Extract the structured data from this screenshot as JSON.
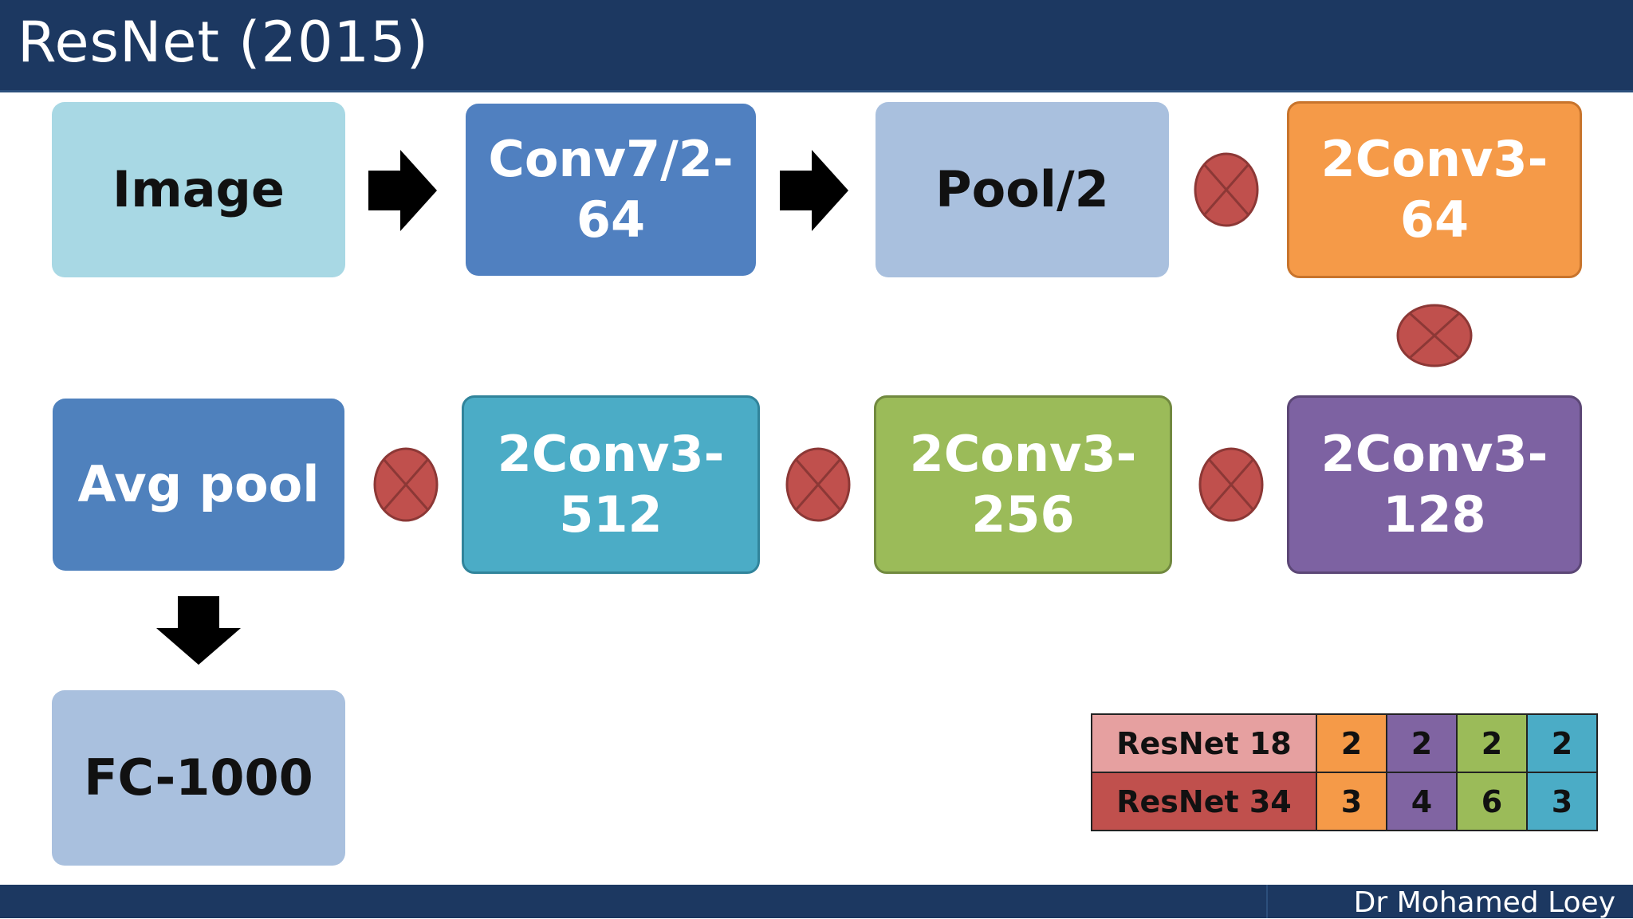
{
  "slide": {
    "title": "ResNet (2015)",
    "author": "Dr Mohamed Loey"
  },
  "blocks": {
    "image": {
      "label": "Image",
      "color": "#a8d8e4"
    },
    "conv7": {
      "label": "Conv7/2-\n64",
      "color": "#5080c0"
    },
    "pool": {
      "label": "Pool/2",
      "color": "#a9c0de"
    },
    "conv64": {
      "label": "2Conv3-\n64",
      "color": "#f59a48"
    },
    "conv128": {
      "label": "2Conv3-\n128",
      "color": "#7d62a2"
    },
    "conv256": {
      "label": "2Conv3-\n256",
      "color": "#9bbb59"
    },
    "conv512": {
      "label": "2Conv3-\n512",
      "color": "#4bacc6"
    },
    "avgpool": {
      "label": "Avg pool",
      "color": "#4f81bd"
    },
    "fc": {
      "label": "FC-1000",
      "color": "#a9c0de"
    }
  },
  "config_table": {
    "rows": [
      {
        "name": "ResNet 18",
        "name_color": "#e6a0a0",
        "values": [
          "2",
          "2",
          "2",
          "2"
        ]
      },
      {
        "name": "ResNet 34",
        "name_color": "#c0504d",
        "values": [
          "3",
          "4",
          "6",
          "3"
        ]
      }
    ],
    "column_colors": [
      "#f59a48",
      "#8064a2",
      "#9bbb59",
      "#4bacc6"
    ]
  }
}
